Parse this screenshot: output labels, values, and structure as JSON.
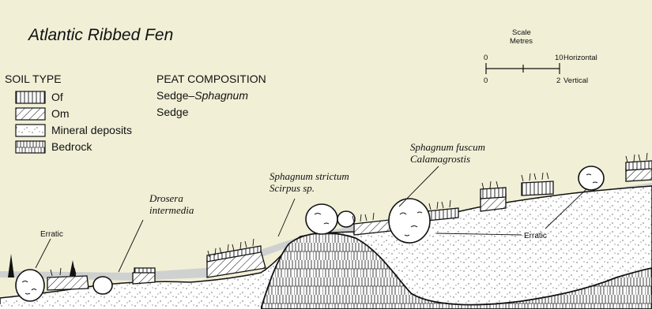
{
  "title": "Atlantic Ribbed Fen",
  "soil": {
    "heading": "SOIL TYPE",
    "items": [
      {
        "label": "Of",
        "pattern": "vertical-hatch"
      },
      {
        "label": "Om",
        "pattern": "diagonal-hatch"
      },
      {
        "label": "Mineral deposits",
        "pattern": "dots"
      },
      {
        "label": "Bedrock",
        "pattern": "brick"
      }
    ]
  },
  "peat": {
    "heading": "PEAT COMPOSITION",
    "line1_prefix": "Sedge–",
    "line1_italic": "Sphagnum",
    "line2": "Sedge"
  },
  "scale": {
    "label1": "Scale",
    "label2": "Metres",
    "h_start": "0",
    "h_end": "10",
    "h_label": "Horizontal",
    "v_start": "0",
    "v_end": "2",
    "v_label": "Vertical"
  },
  "labels": {
    "drosera_1": "Drosera",
    "drosera_2": "intermedia",
    "strictum_1": "Sphagnum strictum",
    "strictum_2": "Scirpus sp.",
    "fuscum_1": "Sphagnum fuscum",
    "fuscum_2": "Calamagrostis",
    "erratic_left": "Erratic",
    "erratic_right": "Erratic"
  },
  "colors": {
    "background": "#f1efd6",
    "water": "#cfd0d0",
    "ink": "#111111"
  }
}
